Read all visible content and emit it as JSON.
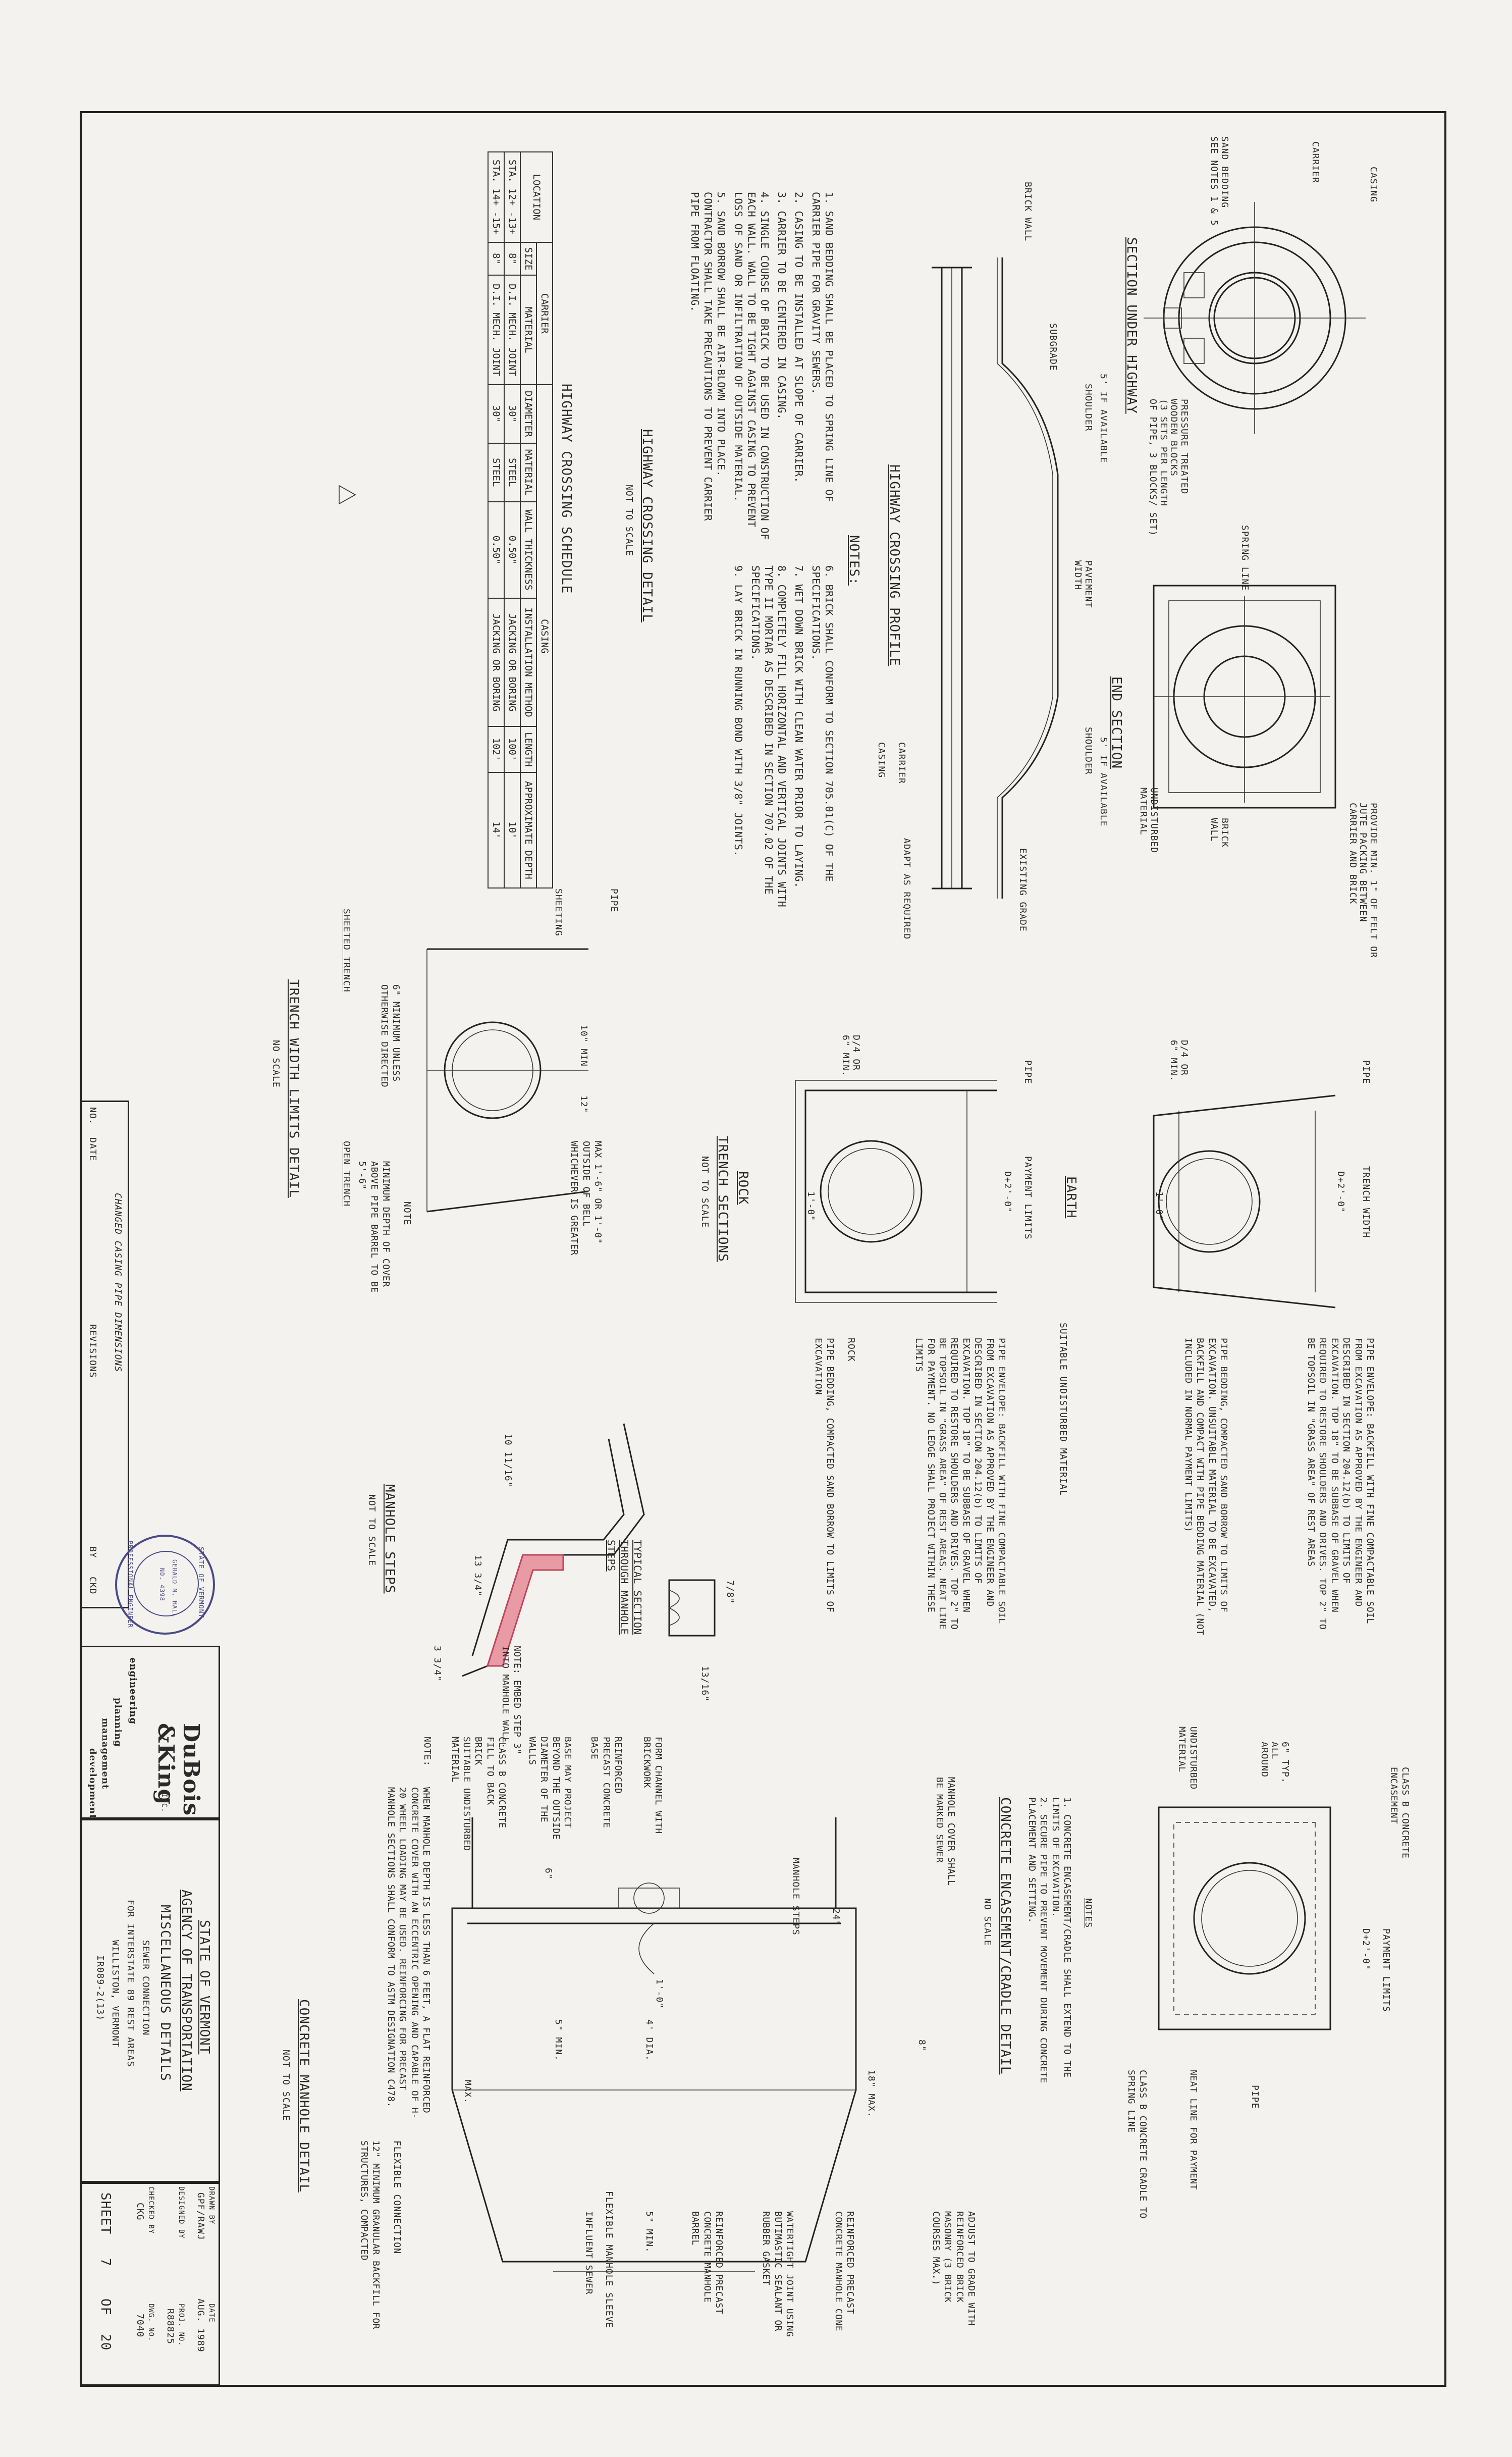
{
  "sheet": {
    "title_block": {
      "state": "STATE OF VERMONT",
      "agency": "AGENCY OF TRANSPORTATION",
      "misc": "MISCELLANEOUS DETAILS",
      "project_l1": "SEWER CONNECTION",
      "project_l2": "FOR INTERSTATE 89 REST AREAS",
      "project_l3": "WILLISTON, VERMONT",
      "project_l4": "IR089-2(13)",
      "drawn_by_label": "DRAWN BY",
      "drawn_by": "GPF/RAWJ",
      "date_label": "DATE",
      "date": "AUG. 1989",
      "designed_label": "DESIGNED BY",
      "checked_label": "CHECKED BY",
      "checked": "CKG",
      "proj_no_label": "PROJ. NO.",
      "proj_no": "R88825",
      "dwg_no_label": "DWG. NO.",
      "dwg_no": "7040",
      "sheet_label": "SHEET",
      "sheet_no": "7",
      "of_label": "OF",
      "sheet_total": "20"
    },
    "firm": {
      "name_l1": "DuBois",
      "name_l2": "&King",
      "inc": "INC.",
      "services": [
        "engineering",
        "planning",
        "management",
        "development"
      ]
    },
    "revisions": {
      "label": "REVISIONS",
      "no_label": "NO.",
      "date_label": "DATE",
      "by_label": "BY",
      "ckd_label": "CKD",
      "row": "CHANGED CASING PIPE DIMENSIONS"
    },
    "section_under_highway": {
      "title": "SECTION UNDER HIGHWAY",
      "casing": "CASING",
      "carrier": "CARRIER",
      "sand_bedding": "SAND BEDDING\nSEE NOTES 1 & 5",
      "blocks": "PRESSURE TREATED\nWOODEN BLOCKS\n(3 SETS PER LENGTH\nOF PIPE, 3 BLOCKS/ SET)",
      "spring_line": "SPRING LINE"
    },
    "end_section": {
      "title": "END SECTION",
      "felt": "PROVIDE MIN. 1\" OF FELT OR\nJUTE PACKING BETWEEN\nCARRIER AND BRICK",
      "brick_wall": "BRICK\nWALL",
      "undisturbed": "UNDISTURBED\nMATERIAL"
    },
    "highway_profile": {
      "title": "HIGHWAY CROSSING PROFILE",
      "brick_wall": "BRICK WALL",
      "subgrade": "SUBGRADE",
      "shoulder": "SHOULDER",
      "shoulder_dim": "5' IF AVAILABLE",
      "pavement": "PAVEMENT\nWIDTH",
      "existing_grade": "EXISTING GRADE",
      "adapt": "ADAPT AS REQUIRED",
      "carrier": "CARRIER",
      "casing": "CASING"
    },
    "notes": {
      "title": "NOTES:",
      "items": [
        "1. SAND BEDDING SHALL BE PLACED TO SPRING LINE OF CARRIER PIPE FOR GRAVITY SEWERS.",
        "2. CASING TO BE INSTALLED AT SLOPE OF CARRIER.",
        "3. CARRIER TO BE CENTERED IN CASING.",
        "4. SINGLE COURSE OF BRICK TO BE USED IN CONSTRUCTION OF EACH WALL. WALL TO BE TIGHT AGAINST CASING TO PREVENT LOSS OF SAND OR INFILTRATION OF OUTSIDE MATERIAL.",
        "5. SAND BORROW SHALL BE AIR-BLOWN INTO PLACE. CONTRACTOR SHALL TAKE PRECAUTIONS TO PREVENT CARRIER PIPE FROM FLOATING.",
        "6. BRICK SHALL CONFORM TO SECTION 705.01(C) OF THE SPECIFICATIONS.",
        "7. WET DOWN BRICK WITH CLEAN WATER PRIOR TO LAYING.",
        "8. COMPLETELY FILL HORIZONTAL AND VERTICAL JOINTS WITH TYPE II MORTAR AS DESCRIBED IN SECTION 707.02 OF THE SPECIFICATIONS.",
        "9. LAY BRICK IN RUNNING BOND WITH 3/8\" JOINTS."
      ]
    },
    "highway_detail": {
      "title": "HIGHWAY CROSSING DETAIL",
      "scale": "NOT TO SCALE"
    },
    "schedule": {
      "title": "HIGHWAY CROSSING SCHEDULE",
      "carrier_hdr": "CARRIER",
      "casing_hdr": "CASING",
      "columns": [
        "LOCATION",
        "SIZE",
        "MATERIAL",
        "DIAMETER",
        "MATERIAL",
        "WALL THICKNESS",
        "INSTALLATION METHOD",
        "LENGTH",
        "APPROXIMATE DEPTH"
      ],
      "rows": [
        [
          "STA. 12+ -13+",
          "8\"",
          "D.I. MECH. JOINT",
          "30\"",
          "STEEL",
          "0.50\"",
          "JACKING OR BORING",
          "100'",
          "10'"
        ],
        [
          "STA. 14+ -15+",
          "8\"",
          "D.I. MECH. JOINT",
          "30\"",
          "STEEL",
          "0.50\"",
          "JACKING OR BORING",
          "102'",
          "14'"
        ]
      ]
    },
    "trench": {
      "earth": "EARTH",
      "rock": "ROCK",
      "sections_title": "TRENCH SECTIONS",
      "scale": "NOT TO SCALE",
      "trench_width": "TRENCH WIDTH",
      "d2": "D+2'-0\"",
      "payment_limits": "PAYMENT LIMITS",
      "pipe": "PIPE",
      "d4": "D/4 OR\n6\" MIN.",
      "one_ft": "1'-0\"",
      "suitable": "SUITABLE UNDISTURBED MATERIAL",
      "earth_notes": "PIPE ENVELOPE: BACKFILL WITH FINE COMPACTABLE SOIL FROM EXCAVATION AS APPROVED BY THE ENGINEER AND DESCRIBED IN SECTION 204.12(b) TO LIMITS OF EXCAVATION. TOP 18\" TO BE SUBBASE OF GRAVEL WHEN REQUIRED TO RESTORE SHOULDERS AND DRIVES. TOP 2\" TO BE TOPSOIL IN \"GRASS AREA\" OF REST AREAS",
      "earth_notes2": "PIPE BEDDING, COMPACTED SAND BORROW TO LIMITS OF EXCAVATION. UNSUITABLE MATERIAL TO BE EXCAVATED, BACKFILL AND COMPACT WITH PIPE BEDDING MATERIAL (NOT INCLUDED IN NORMAL PAYMENT LIMITS)",
      "rock_notes": "PIPE ENVELOPE: BACKFILL WITH FINE COMPACTABLE SOIL FROM EXCAVATION AS APPROVED BY THE ENGINEER AND DESCRIBED IN SECTION 204.12(b) TO LIMITS OF EXCAVATION. TOP 18\" TO BE SUBBASE OF GRAVEL WHEN REQUIRED TO RESTORE SHOULDERS AND DRIVES. TOP 2\" TO BE TOPSOIL IN \"GRASS AREA\" OF REST AREAS. NEAT LINE FOR PAYMENT. NO LEDGE SHALL PROJECT WITHIN THESE LIMITS",
      "rock_label": "ROCK",
      "rock_notes2": "PIPE BEDDING, COMPACTED SAND BORROW TO LIMITS OF EXCAVATION"
    },
    "width_limits": {
      "title": "TRENCH WIDTH LIMITS DETAIL",
      "scale": "NO SCALE",
      "pipe": "PIPE",
      "sheeting": "SHEETING",
      "sheeted": "SHEETED TRENCH",
      "open": "OPEN TRENCH",
      "max": "MAX 1'-6\" OR 1'-0\" OUTSIDE OF BELL WHICHEVER IS GREATER",
      "min6": "6\" MINIMUM UNLESS OTHERWISE DIRECTED",
      "note_title": "NOTE",
      "note": "MINIMUM DEPTH OF COVER ABOVE PIPE BARREL TO BE 5'-6\"",
      "d10": "10\" MIN",
      "d12": "12\""
    },
    "manhole_steps": {
      "title": "MANHOLE STEPS",
      "scale": "NOT TO SCALE",
      "d1": "10 11/16\"",
      "d2": "13 3/4\"",
      "d3": "3 3/4\"",
      "note": "NOTE: EMBED STEP 3\" INTO MANHOLE WALL.",
      "typ_title": "TYPICAL SECTION THROUGH MANHOLE STEPS",
      "d4": "7/8\"",
      "d5": "13/16\""
    },
    "encasement": {
      "title": "CONCRETE ENCASEMENT/CRADLE DETAIL",
      "scale": "NO SCALE",
      "class_b": "CLASS B CONCRETE ENCASEMENT",
      "d2": "D+2'-0\"",
      "payment": "PAYMENT LIMITS",
      "typ": "6\" TYP.\nALL\nAROUND",
      "pipe": "PIPE",
      "neat": "NEAT LINE FOR PAYMENT",
      "cradle": "CLASS B CONCRETE CRADLE TO SPRING LINE",
      "undisturbed": "UNDISTURBED MATERIAL",
      "notes_title": "NOTES",
      "notes": [
        "1. CONCRETE ENCASEMENT/CRADLE SHALL EXTEND TO THE LIMITS OF EXCAVATION.",
        "2. SECURE PIPE TO PREVENT MOVEMENT DURING CONCRETE PLACEMENT AND SETTING."
      ]
    },
    "manhole": {
      "title": "CONCRETE MANHOLE DETAIL",
      "scale": "NOT TO SCALE",
      "cover": "MANHOLE COVER SHALL BE MARKED SEWER",
      "steps": "MANHOLE STEPS",
      "adjust": "ADJUST TO GRADE WITH REINFORCED BRICK MASONRY (3 BRICK COURSES MAX.)",
      "cone": "REINFORCED PRECAST CONCRETE MANHOLE CONE",
      "joint": "WATERTIGHT JOINT USING BUTIMASTIC SEALANT OR RUBBER GASKET",
      "barrel": "REINFORCED PRECAST CONCRETE MANHOLE BARREL",
      "channel": "FORM CHANNEL WITH BRICKWORK",
      "base": "REINFORCED PRECAST CONCRETE BASE",
      "project": "BASE MAY PROJECT BEYOND THE OUTSIDE DIAMETER OF THE WALLS",
      "class_b": "CLASS B CONCRETE FILL TO BACK BRICK",
      "undist": "SUITABLE UNDISTURBED MATERIAL",
      "sleeve": "FLEXIBLE MANHOLE SLEEVE",
      "influent": "INFLUENT SEWER",
      "flex": "FLEXIBLE CONNECTION",
      "backfill": "12\" MINIMUM GRANULAR BACKFILL FOR STRUCTURES, COMPACTED",
      "note_lbl": "NOTE:",
      "note": "WHEN MANHOLE DEPTH IS LESS THAN 6 FEET, A FLAT REINFORCED CONCRETE COVER WITH AN ECCENTRIC OPENING AND CAPABLE OF H-20 WHEEL LOADING MAY BE USED. REINFORCING FOR PRECAST MANHOLE SECTIONS SHALL CONFORM TO ASTM DESIGNATION C478.",
      "d24": "24\"",
      "d18": "18\" MAX.",
      "d8": "8\"",
      "d4": "4' DIA.",
      "d5": "5\" MIN.",
      "d6": "6\"",
      "d1": "1'-0\"",
      "dmin": "5\" MIN.",
      "dmax": "MAX."
    },
    "seal": {
      "state": "STATE OF VERMONT",
      "name": "GERALD M. HALL",
      "no": "NO. 4398",
      "reg": "PROFESSIONAL ENGINEER"
    },
    "colors": {
      "paper": "#f3f2ee",
      "ink": "#2a2a2a",
      "seal": "#4a4a88",
      "highlight": "#e06a7a"
    }
  }
}
